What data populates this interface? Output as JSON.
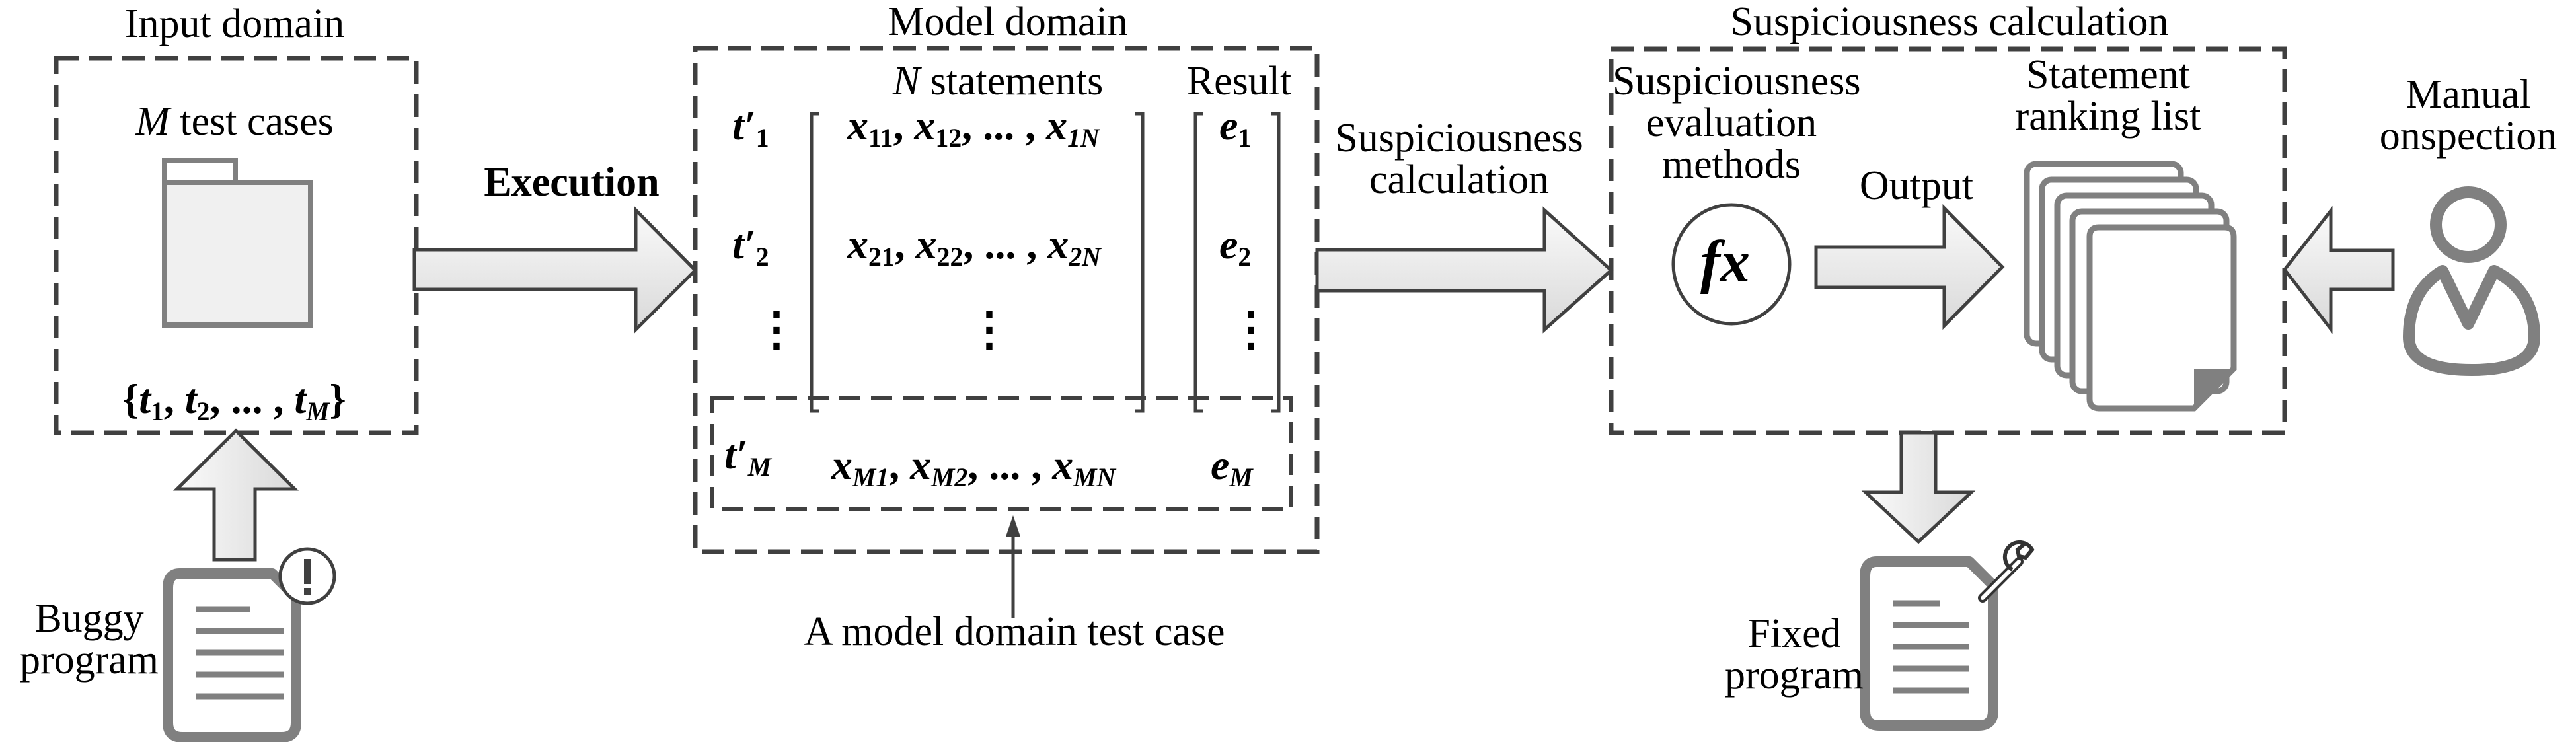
{
  "sections": {
    "input_domain": {
      "title": "Input domain",
      "subtitle_var": "M",
      "subtitle_rest": " test cases",
      "set_label": {
        "open": "{",
        "items": [
          {
            "v": "t",
            "s": "1"
          },
          {
            "v": "t",
            "s": "2"
          },
          {
            "v": "t",
            "s": "M"
          }
        ],
        "ellipsis": "...",
        "close": "}"
      }
    },
    "model_domain": {
      "title": "Model domain",
      "statements_var": "N",
      "statements_rest": " statements",
      "result_header": "Result",
      "rows": [
        {
          "t": "t′",
          "t_sub": "1",
          "x": [
            [
              "x",
              "11"
            ],
            [
              "x",
              "12"
            ],
            [
              "x",
              "1N"
            ]
          ],
          "e": "e",
          "e_sub": "1"
        },
        {
          "t": "t′",
          "t_sub": "2",
          "x": [
            [
              "x",
              "21"
            ],
            [
              "x",
              "22"
            ],
            [
              "x",
              "2N"
            ]
          ],
          "e": "e",
          "e_sub": "2"
        },
        {
          "t": "t′",
          "t_sub": "M",
          "x": [
            [
              "x",
              "M1"
            ],
            [
              "x",
              "M2"
            ],
            [
              "x",
              "MN"
            ]
          ],
          "e": "e",
          "e_sub": "M"
        }
      ],
      "ellipsis": "...",
      "vdots": "⋮",
      "annotation": "A model domain test case"
    },
    "suspiciousness": {
      "title": "Suspiciousness calculation",
      "methods_label": [
        "Suspiciousness",
        "evaluation",
        "methods"
      ],
      "fx_label": "fx",
      "output_label": "Output",
      "ranking_label": [
        "Statement",
        "ranking list"
      ]
    }
  },
  "arrows": {
    "execution_label": "Execution",
    "susp_calc_label": [
      "Suspiciousness",
      "calculation"
    ]
  },
  "nodes": {
    "buggy_program": [
      "Buggy",
      "program"
    ],
    "fixed_program": [
      "Fixed",
      "program"
    ],
    "manual_inspection": [
      "Manual",
      "onspection"
    ]
  },
  "colors": {
    "stroke": "#404040",
    "icon_gray": "#808080",
    "arrow_fill_light": "#fafafa",
    "arrow_fill_dark": "#d9d9d9",
    "folder_fill": "#f0f0f0"
  }
}
